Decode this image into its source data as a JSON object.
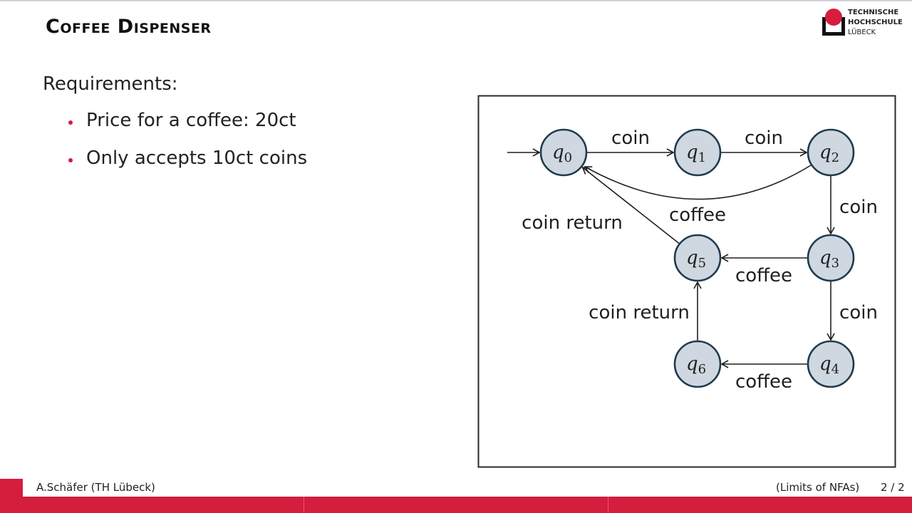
{
  "slide": {
    "title": "Coffee Dispenser"
  },
  "logo": {
    "line1": "TECHNISCHE",
    "line2": "HOCHSCHULE",
    "line3": "LÜBECK",
    "brand_color": "#d51d3e"
  },
  "requirements": {
    "heading": "Requirements:",
    "items": [
      "Price for a coffee: 20ct",
      "Only accepts 10ct coins"
    ],
    "bullet_color": "#cc1f3f"
  },
  "automaton": {
    "node_fill": "#cfd8e0",
    "node_stroke": "#1f3a4d",
    "states": [
      {
        "id": "q0",
        "name": "q",
        "sub": "0"
      },
      {
        "id": "q1",
        "name": "q",
        "sub": "1"
      },
      {
        "id": "q2",
        "name": "q",
        "sub": "2"
      },
      {
        "id": "q3",
        "name": "q",
        "sub": "3"
      },
      {
        "id": "q4",
        "name": "q",
        "sub": "4"
      },
      {
        "id": "q5",
        "name": "q",
        "sub": "5"
      },
      {
        "id": "q6",
        "name": "q",
        "sub": "6"
      }
    ],
    "initial": "q0",
    "transitions": [
      {
        "from": "q0",
        "to": "q1",
        "label": "coin"
      },
      {
        "from": "q1",
        "to": "q2",
        "label": "coin"
      },
      {
        "from": "q2",
        "to": "q0",
        "label": "coffee"
      },
      {
        "from": "q2",
        "to": "q3",
        "label": "coin"
      },
      {
        "from": "q3",
        "to": "q5",
        "label": "coffee"
      },
      {
        "from": "q3",
        "to": "q4",
        "label": "coin"
      },
      {
        "from": "q4",
        "to": "q6",
        "label": "coffee"
      },
      {
        "from": "q5",
        "to": "q0",
        "label": "coin return"
      },
      {
        "from": "q6",
        "to": "q5",
        "label": "coin return"
      }
    ]
  },
  "footer": {
    "author": "A.Schäfer  (TH Lübeck)",
    "section": "(Limits of NFAs)",
    "page": "2 / 2"
  }
}
